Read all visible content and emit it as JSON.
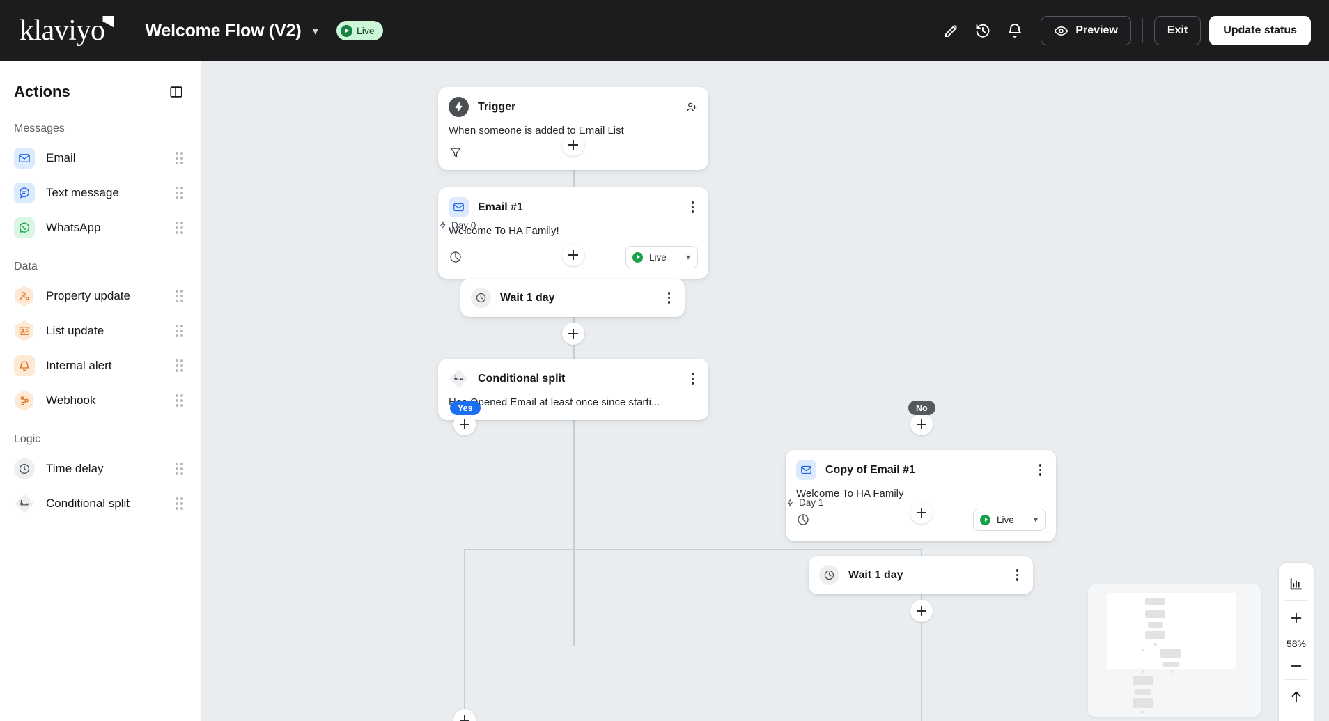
{
  "header": {
    "logo_text": "klaviyo",
    "flow_title": "Welcome Flow (V2)",
    "status_label": "Live",
    "icons": [
      "pencil-icon",
      "history-icon",
      "bell-icon"
    ],
    "preview_label": "Preview",
    "exit_label": "Exit",
    "update_status_label": "Update status"
  },
  "sidebar": {
    "title": "Actions",
    "groups": [
      {
        "label": "Messages",
        "items": [
          {
            "label": "Email",
            "icon": "mail-icon",
            "style": "blue"
          },
          {
            "label": "Text message",
            "icon": "chat-icon",
            "style": "blue"
          },
          {
            "label": "WhatsApp",
            "icon": "whatsapp-icon",
            "style": "green"
          }
        ]
      },
      {
        "label": "Data",
        "items": [
          {
            "label": "Property update",
            "icon": "person-gear-icon",
            "style": "orange-hex"
          },
          {
            "label": "List update",
            "icon": "id-card-icon",
            "style": "orange-hex"
          },
          {
            "label": "Internal alert",
            "icon": "bell-icon",
            "style": "orange-hex"
          },
          {
            "label": "Webhook",
            "icon": "webhook-icon",
            "style": "orange-hex"
          }
        ]
      },
      {
        "label": "Logic",
        "items": [
          {
            "label": "Time delay",
            "icon": "clock-icon",
            "style": "grey"
          },
          {
            "label": "Conditional split",
            "icon": "split-icon",
            "style": "grey"
          }
        ]
      }
    ]
  },
  "canvas": {
    "nodes": [
      {
        "id": "trigger",
        "title": "Trigger",
        "body": "When someone is added to Email List",
        "icon": "lightning-icon",
        "header_action": "person-add-icon",
        "footer_icon": "filter-icon"
      },
      {
        "id": "email-1",
        "title": "Email #1",
        "body": "Welcome To HA Family!",
        "icon": "mail-icon",
        "header_action": "kebab-icon",
        "footer_icon": "analytics-icon",
        "status": "Live",
        "day_tag": "Day 0"
      },
      {
        "id": "wait-1",
        "title": "Wait 1 day",
        "icon": "clock-icon",
        "header_action": "kebab-icon"
      },
      {
        "id": "conditional-split",
        "title": "Conditional split",
        "body": "Has Opened Email at least once since starti...",
        "icon": "split-icon",
        "header_action": "kebab-icon"
      },
      {
        "id": "copy-of-email-1",
        "title": "Copy of Email #1",
        "body": "Welcome To HA Family",
        "icon": "mail-icon",
        "header_action": "kebab-icon",
        "footer_icon": "analytics-icon",
        "status": "Live",
        "day_tag": "Day 1"
      },
      {
        "id": "wait-2",
        "title": "Wait 1 day",
        "icon": "clock-icon",
        "header_action": "kebab-icon"
      }
    ],
    "branches": {
      "yes_label": "Yes",
      "no_label": "No"
    }
  },
  "zoom_controls": {
    "percent": "58%",
    "analytics_icon": "bar-chart-icon",
    "zoom_in": "plus-icon",
    "zoom_out": "minus-icon",
    "recenter": "arrow-up-icon",
    "grid": "dots-grid-icon"
  },
  "colors": {
    "topbar": "#1c1c1e",
    "canvas": "#e9edf0",
    "accent_blue": "#1d6ff2",
    "accent_green": "#16a34a",
    "accent_orange": "#e2701a"
  }
}
